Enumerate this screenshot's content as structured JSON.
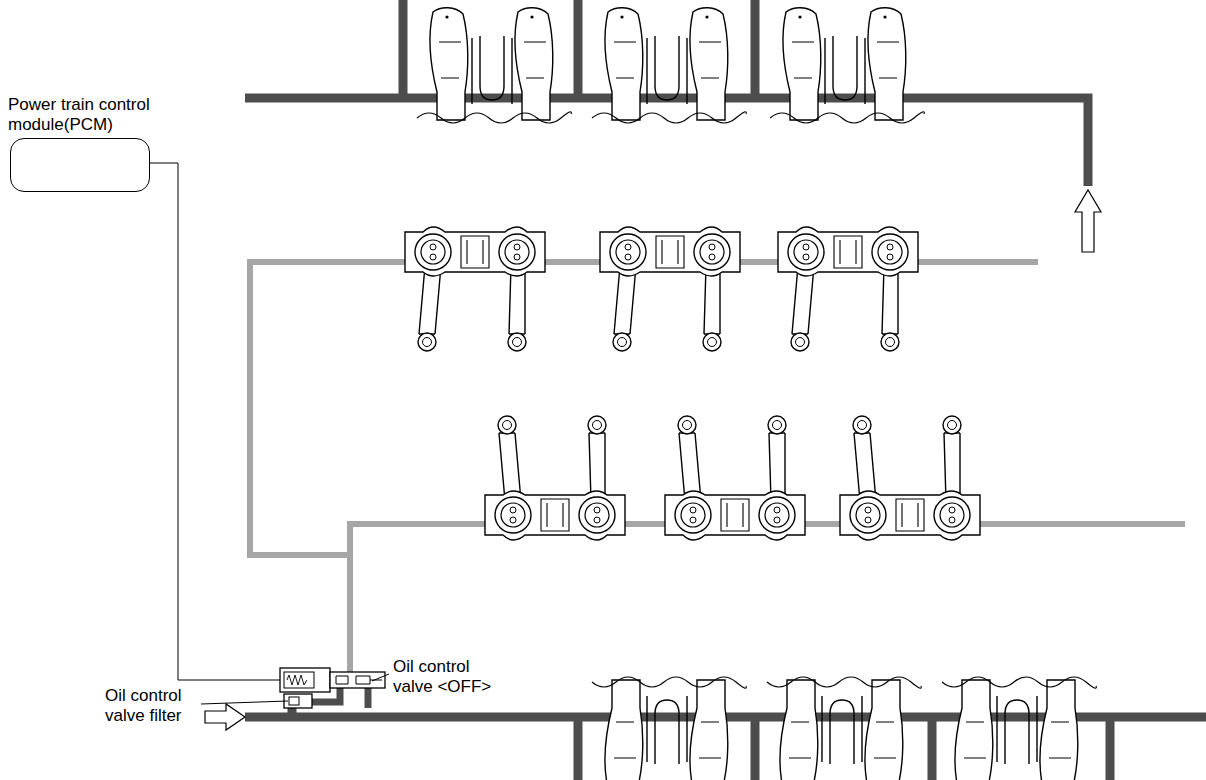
{
  "diagram": {
    "nodes": [
      {
        "text": [
          "Power train control module(PCM)"
        ]
      }
    ],
    "labels": [
      "Oil control valve <OFF>",
      "Oil control valve filter"
    ]
  }
}
